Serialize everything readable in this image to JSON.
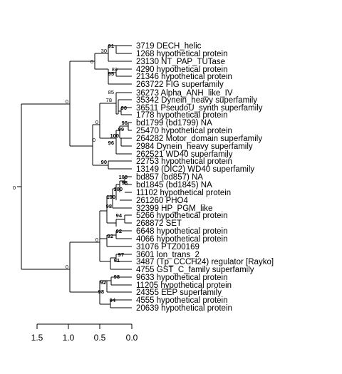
{
  "tips": [
    "3719 DECH_helic",
    "1268 hypothetical protein",
    "23130 NT_PAP_TUTase",
    "4290 hypothetical protein",
    "21346 hypothetical protein",
    "263722 FIG superfamily",
    "36273 Alpha_ANH_like_IV",
    "35342 Dynein_heavy superfamily",
    "36511 PseudoU_synth superfamily",
    "1778 hypothetical protein",
    "bd1799 (bd1799) NA",
    "25470 hypothetical protein",
    "264282 Motor_domain superfamily",
    "2984 Dynein_heavy superfamily",
    "262521 WD40 superfamily",
    "22753 hypothetical protein",
    "13149 (DIC2) WD40 superfamily",
    "bd857 (bd857) NA",
    "bd1845 (bd1845) NA",
    "11102 hypothetical protein",
    "261260 PHO4",
    "32399 HP_PGM_like",
    "5266 hypothetical protein",
    "268872 SET",
    "6648 hypothetical protein",
    "4066 hypothetical protein",
    "31076 PTZ00169",
    "3601 lon_trans_2",
    "3487 (Tp_CCCH24) regulator [Rayko]",
    "4755 GST_C_family superfamily",
    "9633 hypothetical protein",
    "11205 hypothetical protein",
    "24355 EEP superfamily",
    "4555 hypothetical protein",
    "20639 hypothetical protein"
  ],
  "bootstrap": {
    "root": "0",
    "upper_clade": "0",
    "lower_clade": "0",
    "n_3719_23130": "30",
    "n_3719_1268": "91",
    "n_4290_263722": "0",
    "n_4290_21346": "89",
    "n_4290_21346_263722": "95",
    "n_36273_group": "0",
    "n_36273_1778": "85",
    "n_35342_1778": "78",
    "n_36511_1778": "90",
    "n_bd1799_group": "0",
    "n_bd1799_2984": "98",
    "n_25470_2984": "99",
    "n_264282_2984": "100",
    "n_bd1799_262521": "96",
    "n_22753_13149": "90",
    "n_lower_a": "0",
    "n_bd857_bd1845": "100",
    "n_bd857_11102": "98",
    "n_bd857_261260": "100",
    "n_bd857_32399": "100",
    "n_bd857_268872": "98",
    "n_5266_268872": "94",
    "n_6648_4066": "92",
    "n_6648_31076": "92",
    "n_3601_3487": "97",
    "n_3601_4755": "91",
    "n_9633_11205": "98",
    "n_9633_24355": "92",
    "n_4555_20639": "94",
    "n_9633_20639": "98"
  },
  "axis": {
    "ticks": [
      "1.5",
      "1.0",
      "0.5",
      "0.0"
    ]
  }
}
